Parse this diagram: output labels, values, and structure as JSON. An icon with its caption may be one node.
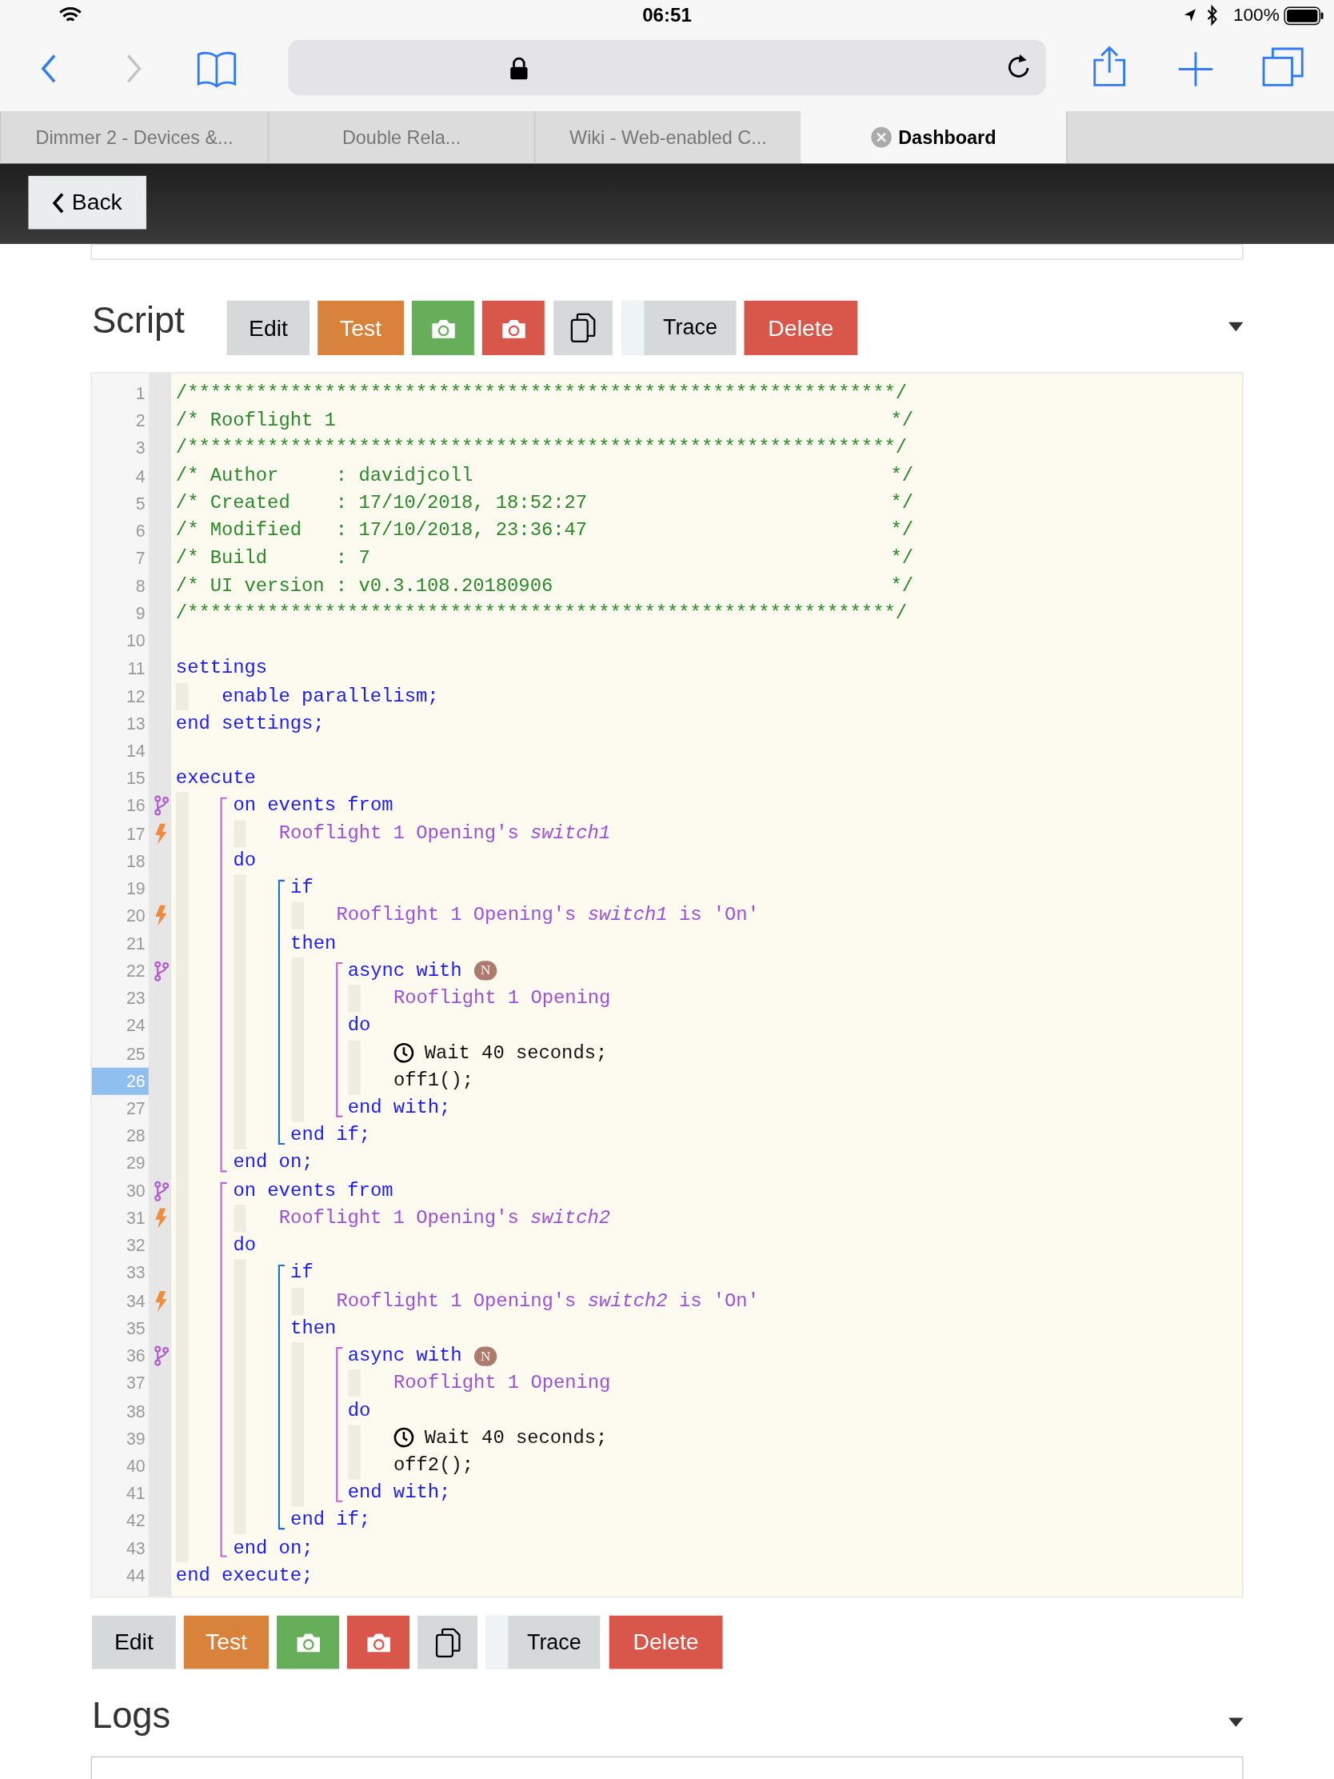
{
  "diagram": {
    "title": "Script",
    "nodes": [
      {
        "text": [
          "Back"
        ]
      },
      {
        "text": [
          "Dimmer 2 - Devices &..."
        ]
      },
      {
        "text": [
          "Double Rela..."
        ]
      },
      {
        "text": [
          "Wiki - Web-enabled C..."
        ]
      },
      {
        "text": [
          "Dashboard"
        ]
      },
      {
        "text": [],
        "shape": "box"
      },
      {
        "text": [],
        "shape": "box"
      },
      {
        "text": [
          "Edit"
        ]
      },
      {
        "text": [
          "Test"
        ]
      },
      {
        "text": [],
        "shape": "box"
      },
      {
        "text": [],
        "shape": "box"
      },
      {
        "text": [],
        "shape": "box"
      },
      {
        "text": [
          "Trace"
        ]
      },
      {
        "text": [
          "Delete"
        ]
      },
      {
        "text": [
          "Edit"
        ]
      },
      {
        "text": [
          "Test"
        ]
      },
      {
        "text": [],
        "shape": "box"
      },
      {
        "text": [],
        "shape": "box"
      },
      {
        "text": [],
        "shape": "box"
      },
      {
        "text": [
          "Trace"
        ]
      },
      {
        "text": [
          "Delete"
        ]
      }
    ],
    "labels": [
      "06:51",
      "100%",
      "1",
      "/**************************************************************/",
      "2",
      "/* Rooflight 1",
      "*/",
      "3",
      "/**************************************************************/",
      "4",
      "/* Author     : davidjcoll",
      "*/",
      "5",
      "/* Created    : 17/10/2018, 18:52:27",
      "*/",
      "6",
      "/* Modified   : 17/10/2018, 23:36:47",
      "*/",
      "7",
      "/* Build      : 7",
      "*/",
      "8",
      "/* UI version : v0.3.108.20180906",
      "*/",
      "9",
      "/**************************************************************/",
      "10",
      "11",
      "settings",
      "12",
      "enable parallelism;",
      "13",
      "end settings;",
      "14",
      "15",
      "execute",
      "16",
      "on events from",
      "17",
      "Rooflight 1 Opening's *switch1*",
      "18",
      "do",
      "19",
      "if",
      "20",
      "Rooflight 1 Opening's *switch1* is 'On'",
      "21",
      "then",
      "22",
      "async with",
      "N",
      "23",
      "Rooflight 1 Opening",
      "24",
      "do",
      "25",
      "Wait 40 seconds;",
      "26",
      "off1();",
      "27",
      "end with;",
      "28",
      "end if;",
      "29",
      "end on;",
      "30",
      "on events from",
      "31",
      "Rooflight 1 Opening's *switch2*",
      "32",
      "do",
      "33",
      "if",
      "34",
      "Rooflight 1 Opening's *switch2* is 'On'",
      "35",
      "then",
      "36",
      "async with",
      "N",
      "37",
      "Rooflight 1 Opening",
      "38",
      "do",
      "39",
      "Wait 40 seconds;",
      "40",
      "off2();",
      "41",
      "end with;",
      "42",
      "end if;",
      "43",
      "end on;",
      "44",
      "end execute;",
      "Logs"
    ]
  }
}
